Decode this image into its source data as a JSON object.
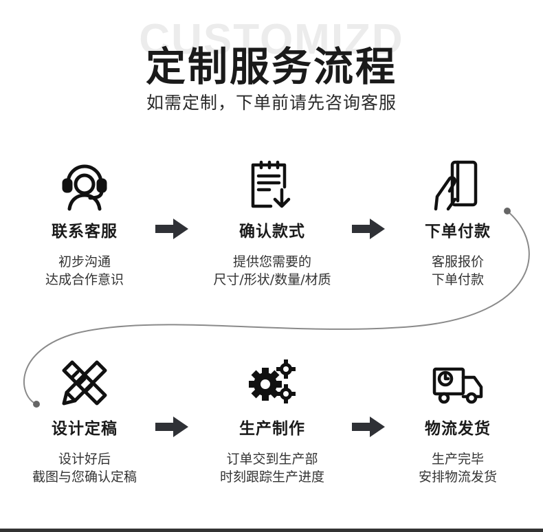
{
  "header": {
    "watermark": "CUSTOMIZD",
    "title": "定制服务流程",
    "subtitle": "如需定制，下单前请先咨询客服"
  },
  "colors": {
    "dark": "#1a1a1a",
    "arrow": "#2f3136",
    "curve": "#888888"
  },
  "steps": [
    {
      "icon": "customer-service-icon",
      "name": "联系客服",
      "desc1": "初步沟通",
      "desc2": "达成合作意识"
    },
    {
      "icon": "clipboard-download-icon",
      "name": "确认款式",
      "desc1": "提供您需要的",
      "desc2": "尺寸/形状/数量/材质"
    },
    {
      "icon": "phone-payment-icon",
      "name": "下单付款",
      "desc1": "客服报价",
      "desc2": "下单付款"
    },
    {
      "icon": "design-tools-icon",
      "name": "设计定稿",
      "desc1": "设计好后",
      "desc2": "截图与您确认定稿"
    },
    {
      "icon": "gears-icon",
      "name": "生产制作",
      "desc1": "订单交到生产部",
      "desc2": "时刻跟踪生产进度"
    },
    {
      "icon": "delivery-truck-icon",
      "name": "物流发货",
      "desc1": "生产完毕",
      "desc2": "安排物流发货"
    }
  ]
}
